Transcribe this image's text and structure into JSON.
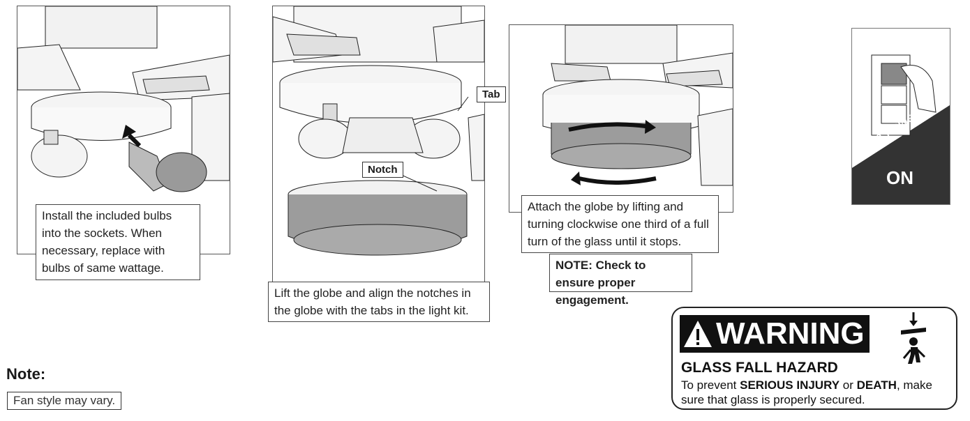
{
  "step1": {
    "text": "Install the included bulbs into the sockets. When necessary, replace with bulbs of same wattage."
  },
  "step2": {
    "text": "Lift the globe and align the notches in the globe with the tabs in the light kit.",
    "tab_label": "Tab",
    "notch_label": "Notch"
  },
  "step3": {
    "text": "Attach the globe by lifting and turning clockwise one third of a full turn of the glass until it stops.",
    "note": "NOTE: Check to ensure proper engagement."
  },
  "note": {
    "title": "Note:",
    "text": "Fan style may vary."
  },
  "power": {
    "line1": "Turn Power",
    "line2": "ON"
  },
  "warning": {
    "title": "WARNING",
    "subtitle": "GLASS FALL HAZARD",
    "text_a": "To prevent ",
    "text_b": "SERIOUS INJURY",
    "text_c": " or ",
    "text_d": "DEATH",
    "text_e": ", make sure that glass is properly secured."
  }
}
